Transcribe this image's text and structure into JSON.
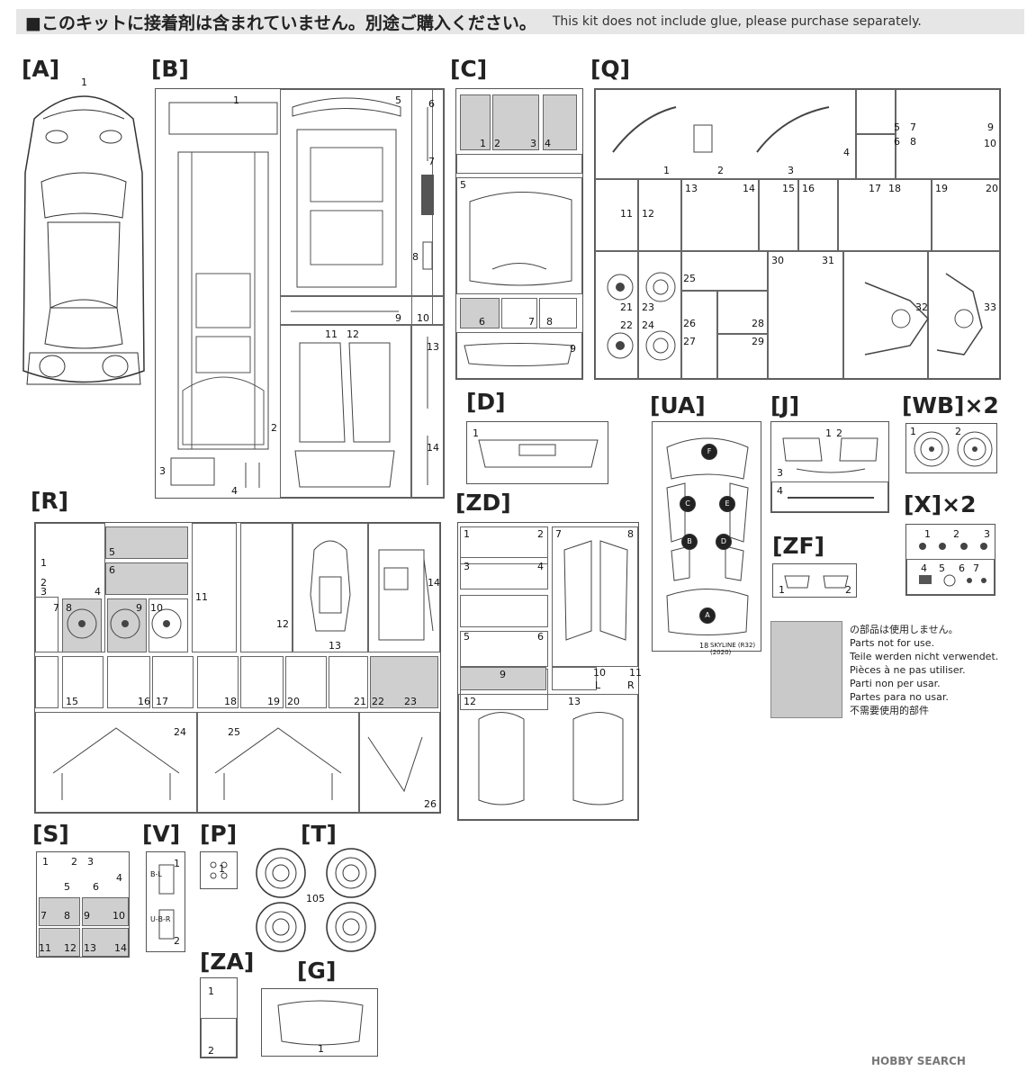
{
  "notice": {
    "jp": "■このキットに接着剤は含まれていません。別途ご購入ください。",
    "en": "This kit does not include glue, please purchase separately."
  },
  "labels": {
    "A": "[A]",
    "B": "[B]",
    "C": "[C]",
    "Q": "[Q]",
    "D": "[D]",
    "UA": "[UA]",
    "J": "[J]",
    "WB": "[WB]×2",
    "R": "[R]",
    "ZD": "[ZD]",
    "X": "[X]×2",
    "ZF": "[ZF]",
    "S": "[S]",
    "V": "[V]",
    "P": "[P]",
    "T": "[T]",
    "ZA": "[ZA]",
    "G": "[G]"
  },
  "numbers": {
    "A": [
      "1"
    ],
    "B": [
      "1",
      "2",
      "3",
      "4",
      "5",
      "6",
      "7",
      "8",
      "9",
      "10",
      "11",
      "12",
      "13",
      "14"
    ],
    "C": [
      "1",
      "2",
      "3",
      "4",
      "5",
      "6",
      "7",
      "8",
      "9"
    ],
    "Q": [
      "1",
      "2",
      "3",
      "4",
      "5",
      "6",
      "7",
      "8",
      "9",
      "10",
      "11",
      "12",
      "13",
      "14",
      "15",
      "16",
      "17",
      "18",
      "19",
      "20",
      "21",
      "22",
      "23",
      "24",
      "25",
      "26",
      "27",
      "28",
      "29",
      "30",
      "31",
      "32",
      "33"
    ],
    "D": [
      "1"
    ],
    "J": [
      "1",
      "2",
      "3",
      "4"
    ],
    "WB": [
      "1",
      "2"
    ],
    "X": [
      "1",
      "2",
      "3",
      "4",
      "5",
      "6",
      "7"
    ],
    "ZF": [
      "1",
      "2"
    ],
    "R": [
      "1",
      "2",
      "3",
      "4",
      "5",
      "6",
      "7",
      "8",
      "9",
      "10",
      "11",
      "12",
      "13",
      "14",
      "15",
      "16",
      "17",
      "18",
      "19",
      "20",
      "21",
      "22",
      "23",
      "24",
      "25",
      "26"
    ],
    "ZD": [
      "1",
      "2",
      "3",
      "4",
      "5",
      "6",
      "7",
      "8",
      "9",
      "10",
      "11",
      "12",
      "13"
    ],
    "ZD_lr": [
      "L",
      "R"
    ],
    "S": [
      "1",
      "2",
      "3",
      "4",
      "5",
      "6",
      "7",
      "8",
      "9",
      "10",
      "11",
      "12",
      "13",
      "14"
    ],
    "V": [
      "1",
      "2"
    ],
    "V_marks": [
      "B-L",
      "U-B-R"
    ],
    "P": [
      "1"
    ],
    "T": [
      "105"
    ],
    "ZA": [
      "1",
      "2"
    ],
    "G": [
      "1"
    ]
  },
  "ua_marks": [
    "F",
    "C",
    "E",
    "B",
    "D",
    "A"
  ],
  "ua_footer": "SKYLINE (R32) (2020)",
  "ua_footer_num": "18",
  "legend": [
    "の部品は使用しません。",
    "Parts not for use.",
    "Teile werden nicht verwendet.",
    "Pièces à ne pas utiliser.",
    "Parti non per usar.",
    "Partes para no usar.",
    "不需要使用的部件"
  ],
  "watermark": "HOBBY SEARCH",
  "colors": {
    "unused": "#cfcfcf",
    "line": "#555555"
  }
}
